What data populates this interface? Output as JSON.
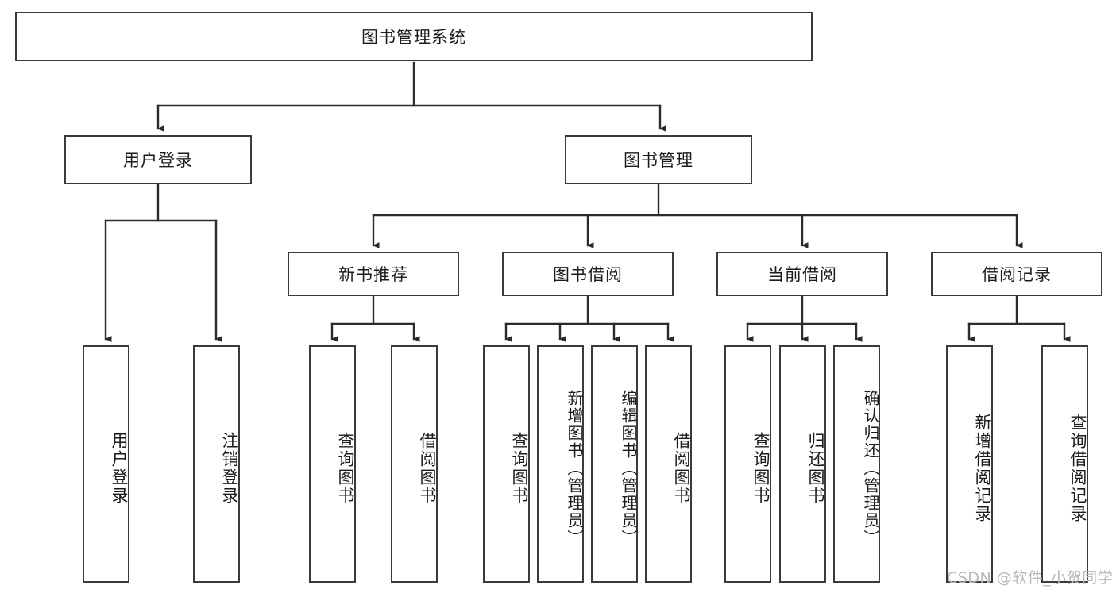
{
  "diagram": {
    "title": "图书管理系统",
    "type": "tree-hierarchy",
    "watermark": "CSDN @软件_小贺同学",
    "colors": {
      "box_border": "#3a3a3a",
      "box_fill": "#ffffff",
      "edge": "#2b2b2b",
      "text": "#1b1b1b",
      "watermark": "#b9b9b9"
    },
    "root": {
      "id": "root",
      "label": "图书管理系统"
    },
    "level2": [
      {
        "id": "user-login",
        "label": "用户登录"
      },
      {
        "id": "book-management",
        "label": "图书管理"
      }
    ],
    "level3": [
      {
        "id": "new-book-recommend",
        "label": "新书推荐",
        "parent": "book-management"
      },
      {
        "id": "book-borrow",
        "label": "图书借阅",
        "parent": "book-management"
      },
      {
        "id": "current-borrow",
        "label": "当前借阅",
        "parent": "book-management"
      },
      {
        "id": "borrow-record",
        "label": "借阅记录",
        "parent": "book-management"
      }
    ],
    "leaves": [
      {
        "id": "leaf-user-login",
        "label": "用户登录",
        "parent": "user-login"
      },
      {
        "id": "leaf-logout",
        "label": "注销登录",
        "parent": "user-login"
      },
      {
        "id": "leaf-query-book-1",
        "label": "查询图书",
        "parent": "new-book-recommend"
      },
      {
        "id": "leaf-borrow-book-1",
        "label": "借阅图书",
        "parent": "new-book-recommend"
      },
      {
        "id": "leaf-query-book-2",
        "label": "查询图书",
        "parent": "book-borrow"
      },
      {
        "id": "leaf-add-book",
        "label": "新增图书（管理员）",
        "parent": "book-borrow"
      },
      {
        "id": "leaf-edit-book",
        "label": "编辑图书（管理员）",
        "parent": "book-borrow"
      },
      {
        "id": "leaf-borrow-book-2",
        "label": "借阅图书",
        "parent": "book-borrow"
      },
      {
        "id": "leaf-query-book-3",
        "label": "查询图书",
        "parent": "current-borrow"
      },
      {
        "id": "leaf-return-book",
        "label": "归还图书",
        "parent": "current-borrow"
      },
      {
        "id": "leaf-confirm-return",
        "label": "确认归还（管理员）",
        "parent": "current-borrow"
      },
      {
        "id": "leaf-add-record",
        "label": "新增借阅记录",
        "parent": "borrow-record"
      },
      {
        "id": "leaf-query-record",
        "label": "查询借阅记录",
        "parent": "borrow-record"
      }
    ]
  }
}
